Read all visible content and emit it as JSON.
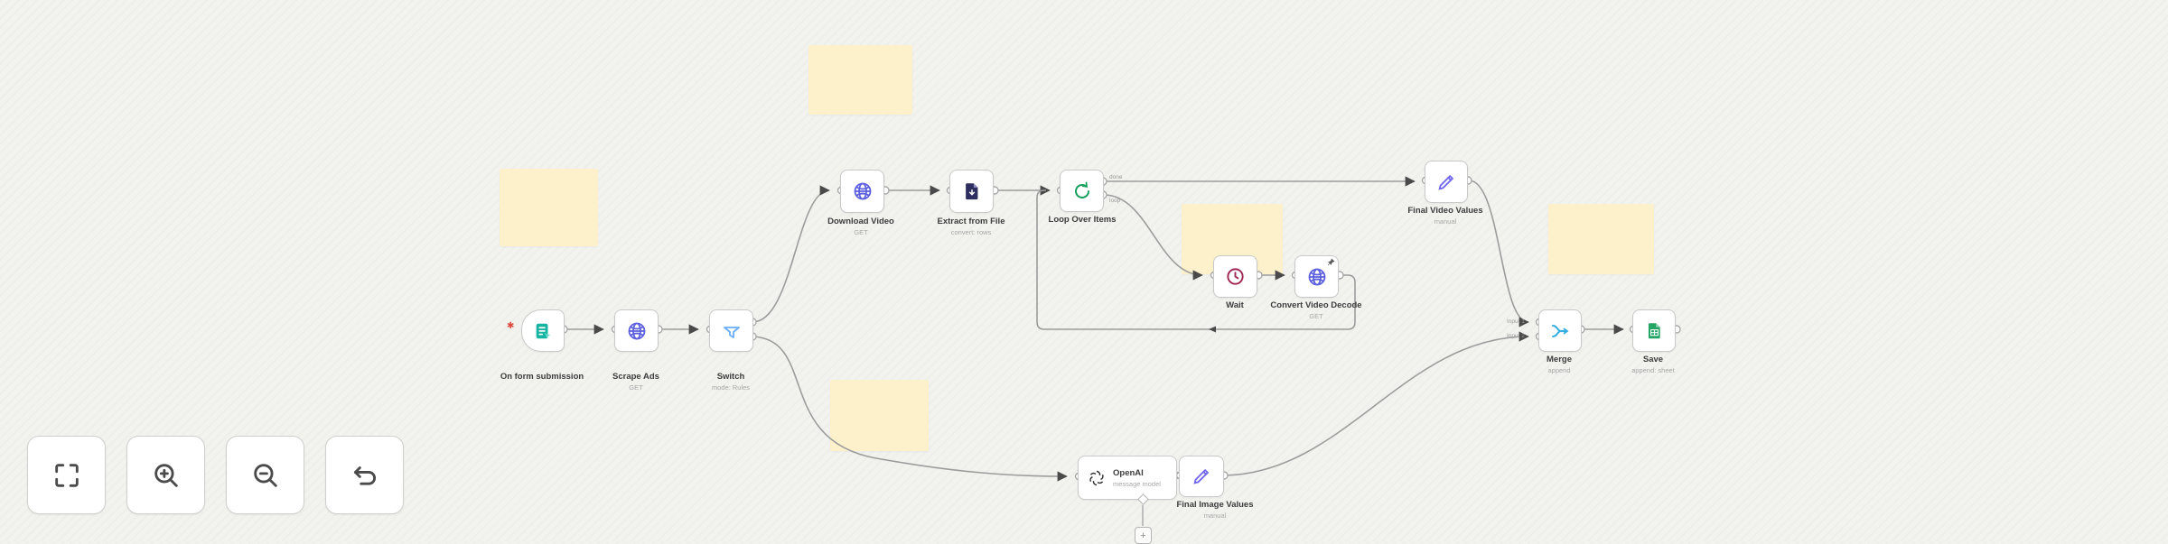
{
  "app": "workflow-canvas",
  "colors": {
    "canvas_bg": "#f2f2ef",
    "sticky_note": "#fdf1cc",
    "edge": "#9c9c9c",
    "node_border": "#c9c9c9",
    "icon_globe": "#5c5fdd",
    "icon_form": "#18b4a2",
    "icon_switch": "#6aaef7",
    "icon_file": "#2d2e5f",
    "icon_loop": "#17a05d",
    "icon_wait": "#a12753",
    "icon_edit": "#7066f0",
    "icon_merge": "#35aee2",
    "icon_sheets": "#23a566",
    "icon_openai": "#2f2f2f"
  },
  "toolbar": {
    "buttons": [
      {
        "name": "fit-view"
      },
      {
        "name": "zoom-in"
      },
      {
        "name": "zoom-out"
      },
      {
        "name": "reset-zoom"
      }
    ]
  },
  "nodes": {
    "form_trigger": {
      "label": "On form submission",
      "subtitle": ""
    },
    "scrape_ads": {
      "label": "Scrape Ads",
      "subtitle": "GET"
    },
    "switch": {
      "label": "Switch",
      "subtitle": "mode: Rules"
    },
    "download_video": {
      "label": "Download Video",
      "subtitle": "GET"
    },
    "extract_from_file": {
      "label": "Extract from File",
      "subtitle": "convert: rows"
    },
    "loop_over_items": {
      "label": "Loop Over Items",
      "subtitle": "",
      "outputs": [
        "done",
        "loop"
      ]
    },
    "wait": {
      "label": "Wait",
      "subtitle": ""
    },
    "convert_video_decode": {
      "label": "Convert Video Decode",
      "subtitle": "GET"
    },
    "final_video_values": {
      "label": "Final Video Values",
      "subtitle": "manual"
    },
    "openai": {
      "label": "OpenAI",
      "subtitle": "message model"
    },
    "final_image_values": {
      "label": "Final Image Values",
      "subtitle": "manual"
    },
    "merge": {
      "label": "Merge",
      "subtitle": "append",
      "inputs": [
        "Input 1",
        "Input 2"
      ]
    },
    "save": {
      "label": "Save",
      "subtitle": "append: sheet"
    }
  },
  "misc": {
    "trigger_issue_marker": "✱",
    "add_connection_label": "+"
  }
}
